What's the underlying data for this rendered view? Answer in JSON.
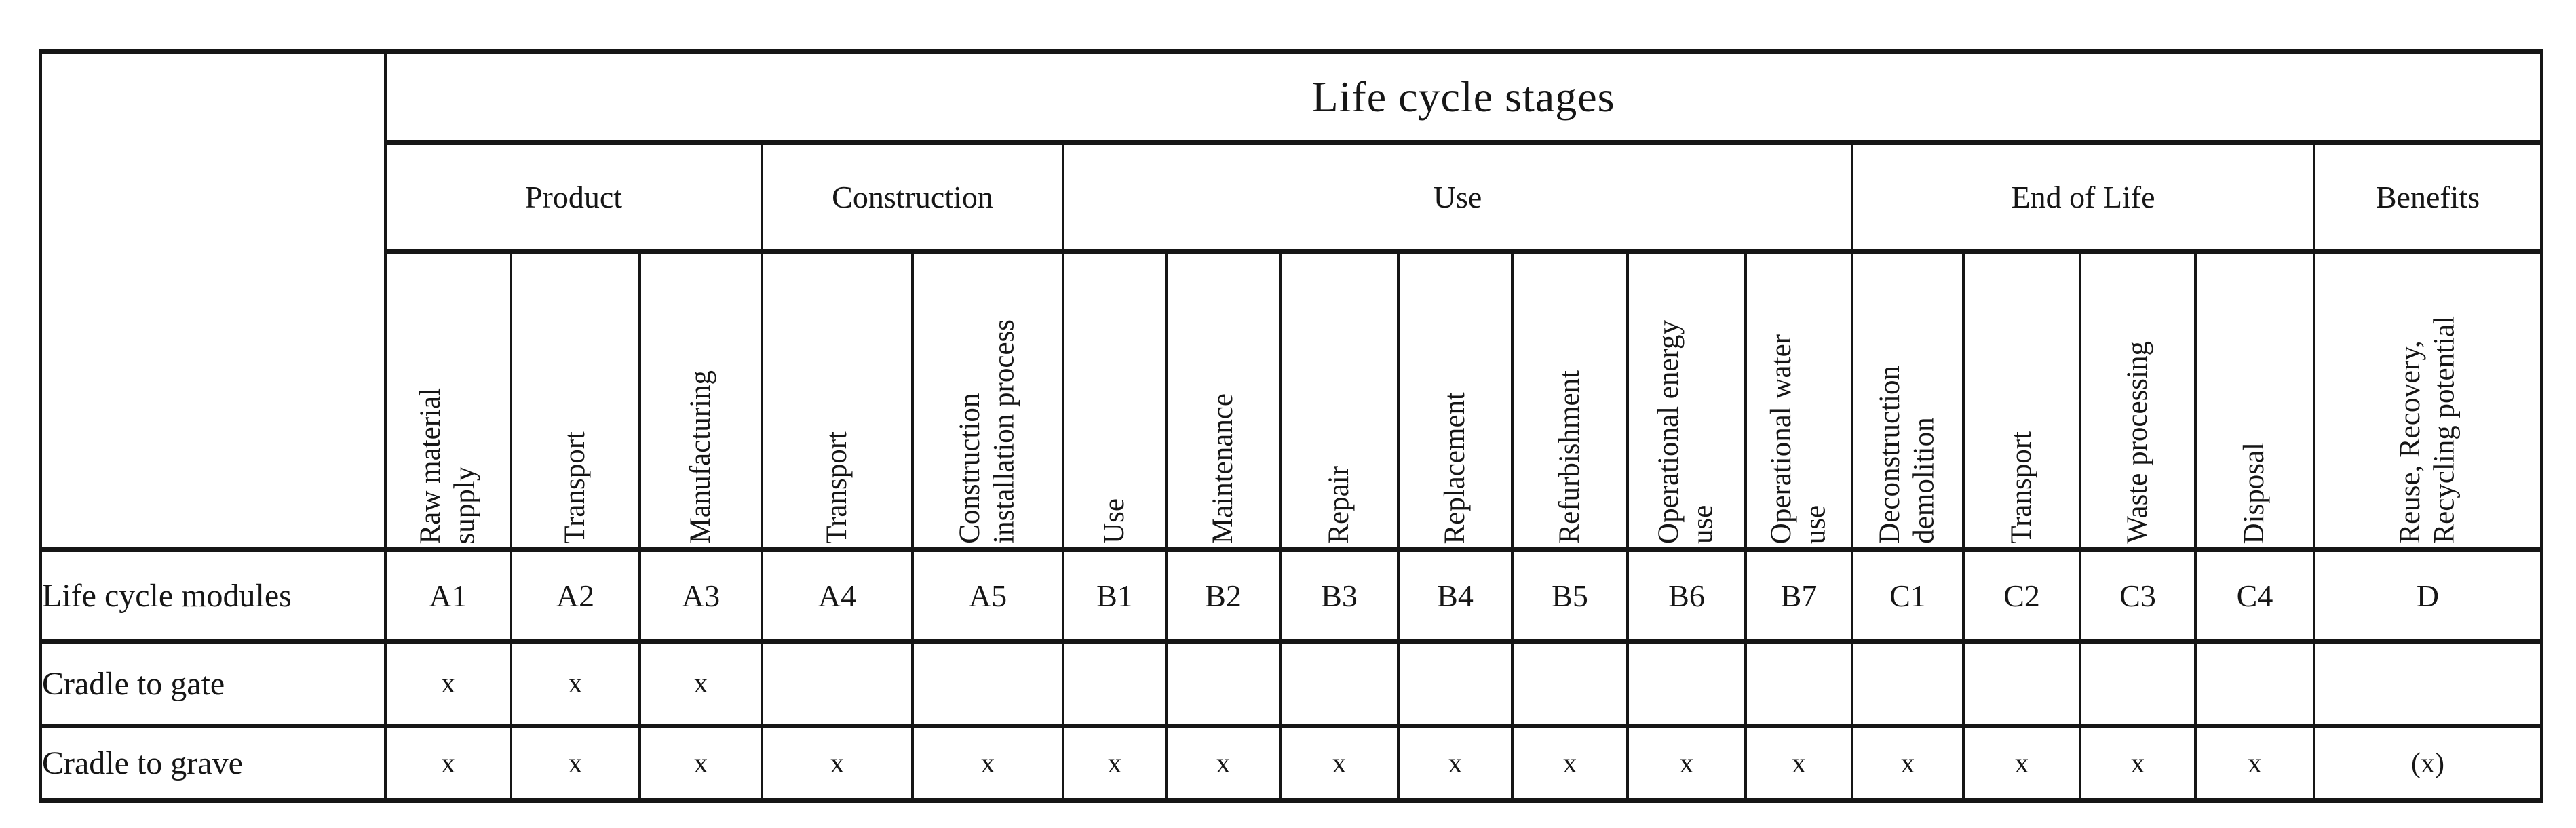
{
  "title": "Life cycle stages",
  "colors": {
    "background": "#ffffff",
    "border": "#161616",
    "text": "#161616"
  },
  "groups": [
    {
      "label": "Product"
    },
    {
      "label": "Construction"
    },
    {
      "label": "Use"
    },
    {
      "label": "End of Life"
    },
    {
      "label": "Benefits"
    }
  ],
  "row_headers": {
    "modules": "Life cycle modules",
    "gate": "Cradle to gate",
    "grave": "Cradle to grave"
  },
  "columns": [
    {
      "stage": "Raw material\nsupply",
      "module": "A1",
      "gate": "x",
      "grave": "x"
    },
    {
      "stage": "Transport",
      "module": "A2",
      "gate": "x",
      "grave": "x"
    },
    {
      "stage": "Manufacturing",
      "module": "A3",
      "gate": "x",
      "grave": "x"
    },
    {
      "stage": "Transport",
      "module": "A4",
      "gate": "",
      "grave": "x"
    },
    {
      "stage": "Construction\ninstallation process",
      "module": "A5",
      "gate": "",
      "grave": "x"
    },
    {
      "stage": "Use",
      "module": "B1",
      "gate": "",
      "grave": "x"
    },
    {
      "stage": "Maintenance",
      "module": "B2",
      "gate": "",
      "grave": "x"
    },
    {
      "stage": "Repair",
      "module": "B3",
      "gate": "",
      "grave": "x"
    },
    {
      "stage": "Replacement",
      "module": "B4",
      "gate": "",
      "grave": "x"
    },
    {
      "stage": "Refurbishment",
      "module": "B5",
      "gate": "",
      "grave": "x"
    },
    {
      "stage": "Operational energy\nuse",
      "module": "B6",
      "gate": "",
      "grave": "x"
    },
    {
      "stage": "Operational water\nuse",
      "module": "B7",
      "gate": "",
      "grave": "x"
    },
    {
      "stage": "Deconstruction\ndemolition",
      "module": "C1",
      "gate": "",
      "grave": "x"
    },
    {
      "stage": "Transport",
      "module": "C2",
      "gate": "",
      "grave": "x"
    },
    {
      "stage": "Waste processing",
      "module": "C3",
      "gate": "",
      "grave": "x"
    },
    {
      "stage": "Disposal",
      "module": "C4",
      "gate": "",
      "grave": "x"
    },
    {
      "stage": "Reuse, Recovery,\nRecycling potential",
      "module": "D",
      "gate": "",
      "grave": "(x)"
    }
  ]
}
